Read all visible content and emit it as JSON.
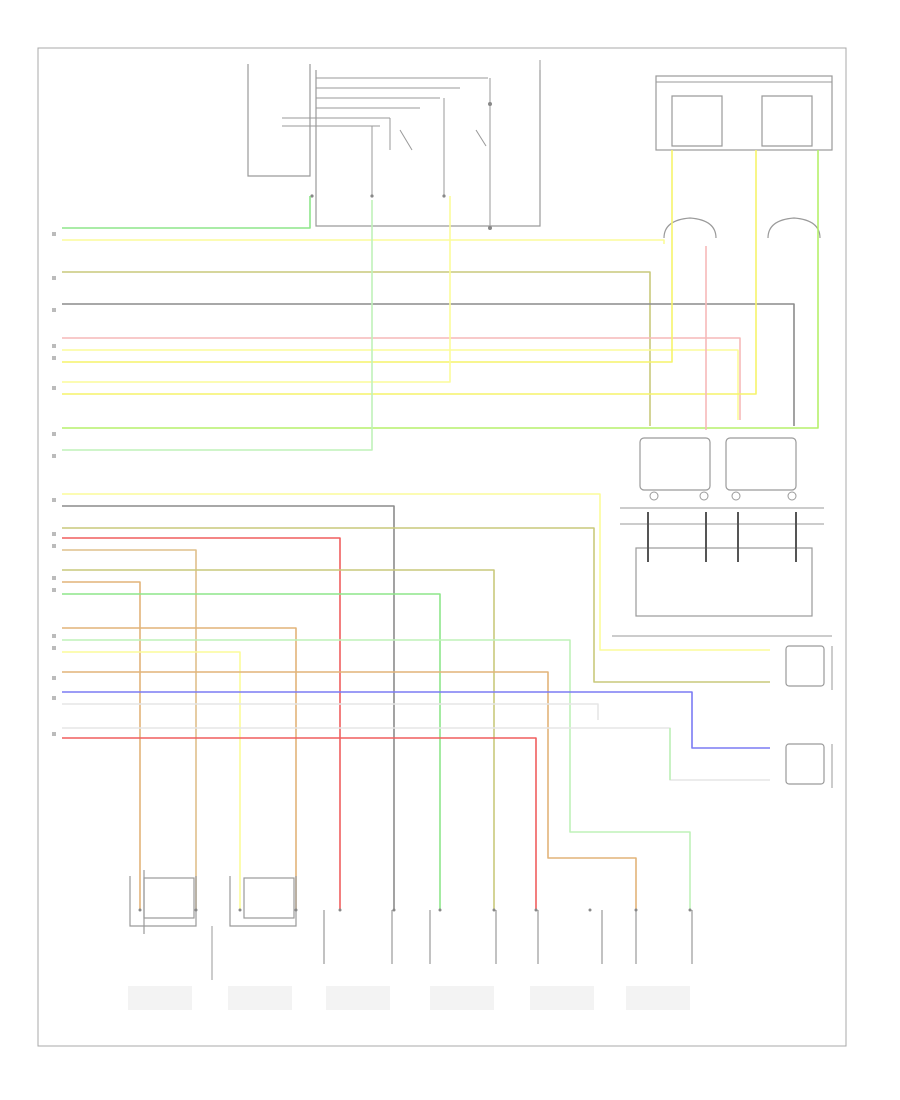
{
  "footer_code": "",
  "colors": {
    "yellow": "#f6f36a",
    "light_yellow": "#fbfb9a",
    "green": "#8ee68a",
    "light_green": "#bff2b9",
    "lime": "#b5f06b",
    "olive": "#c9c97c",
    "gray": "#8c8c8c",
    "pink": "#f6b9b9",
    "red": "#f05f5f",
    "blue": "#7b7bf3",
    "orange": "#e2b479",
    "tan": "#dfc08c",
    "wire_outline": "#9a9a9a"
  },
  "components": [
    {
      "id": "pwr-seat-sw",
      "label": ""
    },
    {
      "id": "mem-seat-unit",
      "label": ""
    },
    {
      "id": "lumbar-motors",
      "label": ""
    },
    {
      "id": "recline-motor",
      "label": ""
    },
    {
      "id": "height-motors",
      "label": ""
    },
    {
      "id": "slide-motors",
      "label": ""
    },
    {
      "id": "front-height-motor",
      "label": ""
    },
    {
      "id": "rear-height-motor",
      "label": ""
    },
    {
      "id": "seat-slide-motor",
      "label": ""
    },
    {
      "id": "seat-recline-motor",
      "label": ""
    }
  ]
}
